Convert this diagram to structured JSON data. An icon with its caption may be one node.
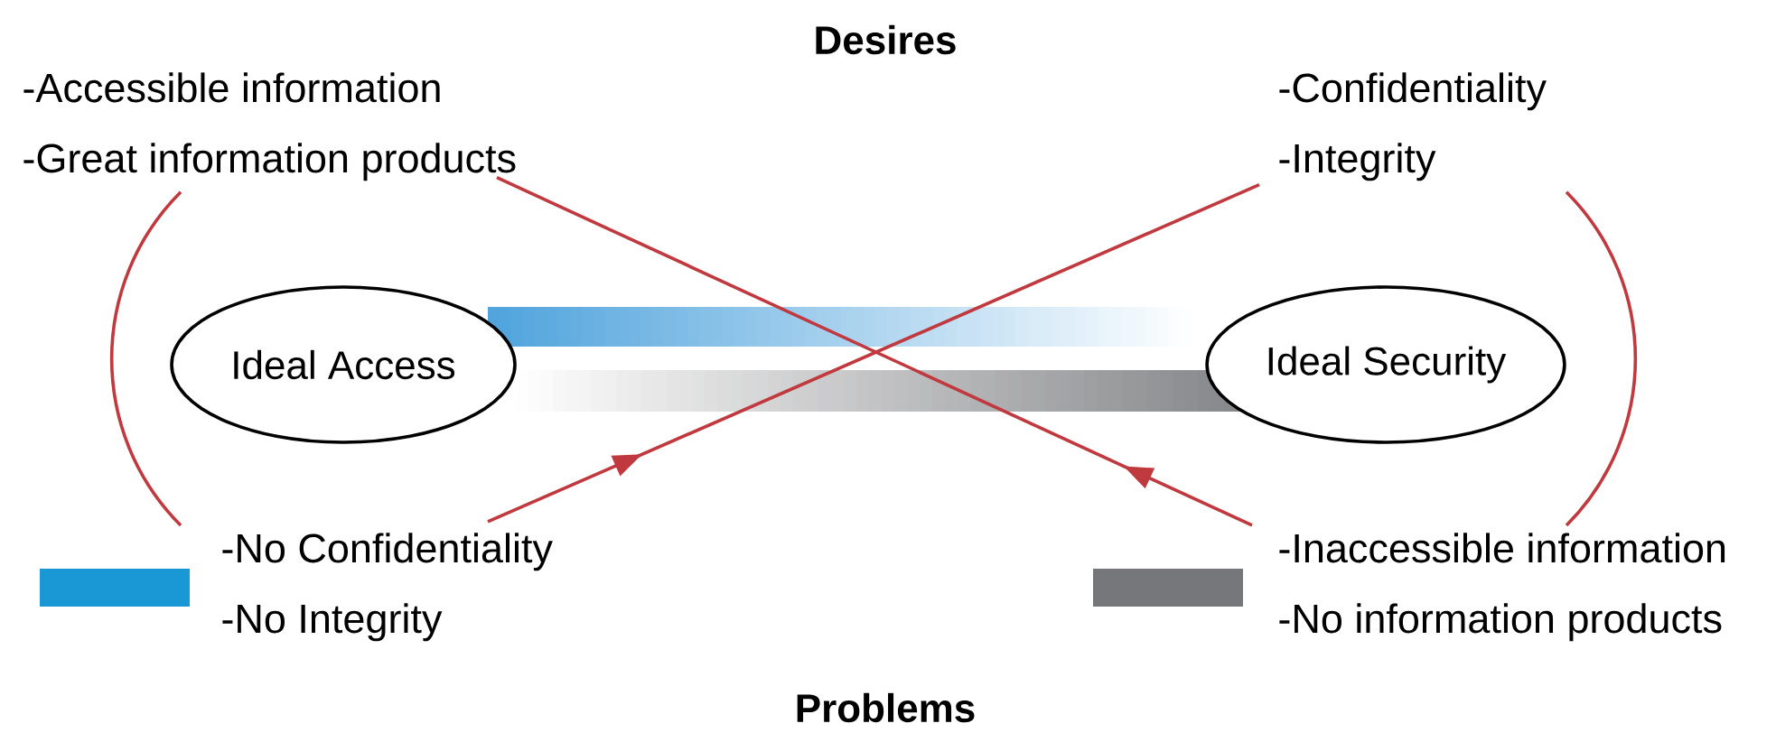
{
  "diagram": {
    "title": "Desires",
    "caption": "Problems",
    "nodes": [
      {
        "text": [
          "-Accessible information",
          "-Great information products"
        ]
      },
      {
        "text": [
          "-Confidentiality",
          "-Integrity"
        ]
      },
      {
        "text": [
          "Ideal Access"
        ]
      },
      {
        "text": [
          "Ideal Security"
        ]
      },
      {
        "text": [
          "-No Confidentiality",
          "-No Integrity"
        ]
      },
      {
        "text": [
          "-Inaccessible information",
          "-No information products"
        ]
      }
    ],
    "edges": [
      {
        "from": 5,
        "to": 0,
        "arrow": "to"
      },
      {
        "from": 4,
        "to": 1,
        "arrow": "to"
      },
      {
        "from": 0,
        "to": 4,
        "arrow": "none"
      },
      {
        "from": 1,
        "to": 5,
        "arrow": "none"
      }
    ]
  }
}
